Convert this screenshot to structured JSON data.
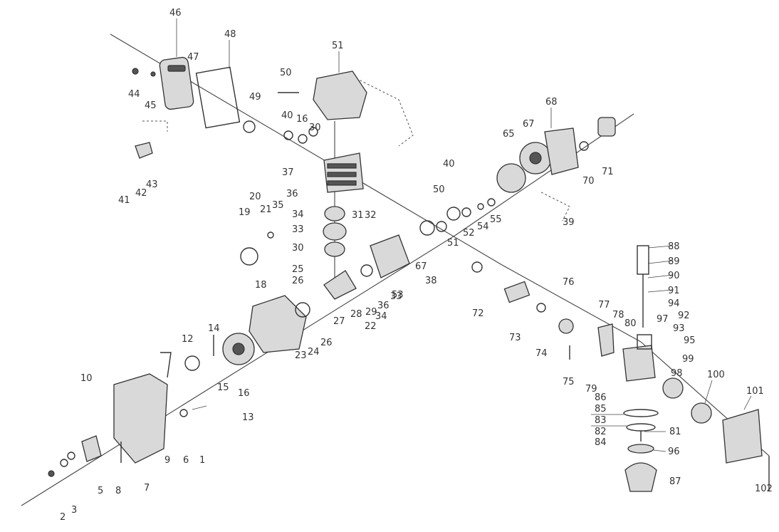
{
  "labels": [
    "46",
    "47",
    "48",
    "44",
    "45",
    "43",
    "41",
    "42",
    "50",
    "51",
    "49",
    "40",
    "16",
    "30",
    "37",
    "21",
    "20",
    "35",
    "36",
    "34",
    "33",
    "31",
    "32",
    "19",
    "30",
    "25",
    "26",
    "27",
    "28",
    "29",
    "36",
    "34",
    "33",
    "23",
    "24",
    "26",
    "22",
    "18",
    "12",
    "14",
    "15",
    "16",
    "10",
    "13",
    "9",
    "6",
    "8",
    "7",
    "5",
    "3",
    "2",
    "1",
    "67",
    "39",
    "40",
    "38",
    "50",
    "51",
    "52",
    "53",
    "54",
    "55",
    "65",
    "67",
    "68",
    "70",
    "71",
    "72",
    "73",
    "74",
    "75",
    "76",
    "77",
    "78",
    "79",
    "80",
    "81",
    "82",
    "83",
    "84",
    "85",
    "86",
    "87",
    "88",
    "89",
    "90",
    "91",
    "92",
    "93",
    "94",
    "95",
    "96",
    "97",
    "98",
    "99",
    "100",
    "101",
    "102"
  ]
}
